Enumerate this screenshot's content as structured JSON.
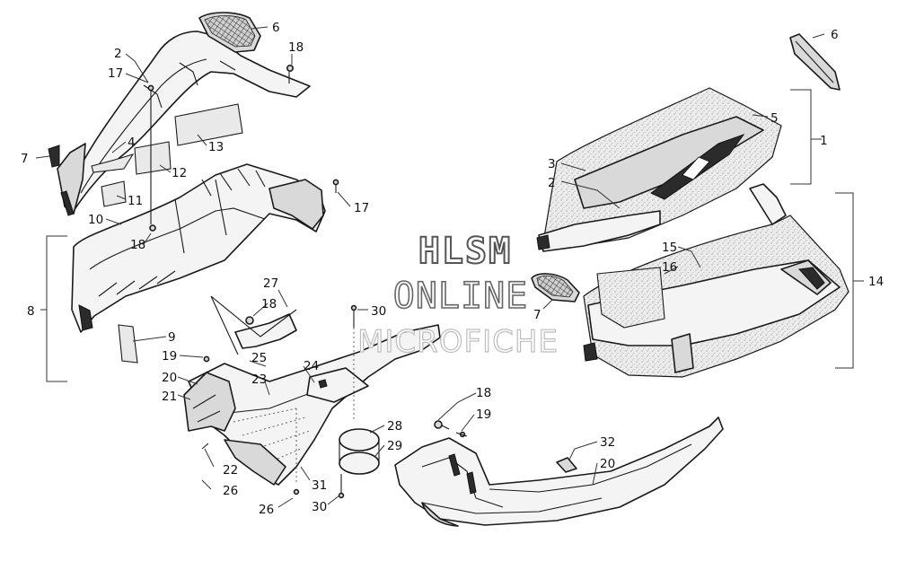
{
  "watermark": {
    "line1": "HLSM",
    "line2": "ONLINE",
    "line3": "MICROFICHE"
  },
  "callouts": [
    {
      "id": "c6a",
      "text": "6"
    },
    {
      "id": "c18a",
      "text": "18"
    },
    {
      "id": "c2a",
      "text": "2"
    },
    {
      "id": "c17a",
      "text": "17"
    },
    {
      "id": "c4",
      "text": "4"
    },
    {
      "id": "c7a",
      "text": "7"
    },
    {
      "id": "c13",
      "text": "13"
    },
    {
      "id": "c12",
      "text": "12"
    },
    {
      "id": "c11",
      "text": "11"
    },
    {
      "id": "c10",
      "text": "10"
    },
    {
      "id": "c18b",
      "text": "18"
    },
    {
      "id": "c17b",
      "text": "17"
    },
    {
      "id": "c8",
      "text": "8"
    },
    {
      "id": "c9",
      "text": "9"
    },
    {
      "id": "c27",
      "text": "27"
    },
    {
      "id": "c18c",
      "text": "18"
    },
    {
      "id": "c19a",
      "text": "19"
    },
    {
      "id": "c25",
      "text": "25"
    },
    {
      "id": "c20a",
      "text": "20"
    },
    {
      "id": "c23",
      "text": "23"
    },
    {
      "id": "c21",
      "text": "21"
    },
    {
      "id": "c24",
      "text": "24"
    },
    {
      "id": "c30a",
      "text": "30"
    },
    {
      "id": "c28",
      "text": "28"
    },
    {
      "id": "c29",
      "text": "29"
    },
    {
      "id": "c22",
      "text": "22"
    },
    {
      "id": "c26a",
      "text": "26"
    },
    {
      "id": "c31",
      "text": "31"
    },
    {
      "id": "c26b",
      "text": "26"
    },
    {
      "id": "c30b",
      "text": "30"
    },
    {
      "id": "c6b",
      "text": "6"
    },
    {
      "id": "c5",
      "text": "5"
    },
    {
      "id": "c1",
      "text": "1"
    },
    {
      "id": "c3",
      "text": "3"
    },
    {
      "id": "c2b",
      "text": "2"
    },
    {
      "id": "c15",
      "text": "15"
    },
    {
      "id": "c16",
      "text": "16"
    },
    {
      "id": "c7b",
      "text": "7"
    },
    {
      "id": "c14",
      "text": "14"
    },
    {
      "id": "c18d",
      "text": "18"
    },
    {
      "id": "c19b",
      "text": "19"
    },
    {
      "id": "c32",
      "text": "32"
    },
    {
      "id": "c20b",
      "text": "20"
    }
  ]
}
